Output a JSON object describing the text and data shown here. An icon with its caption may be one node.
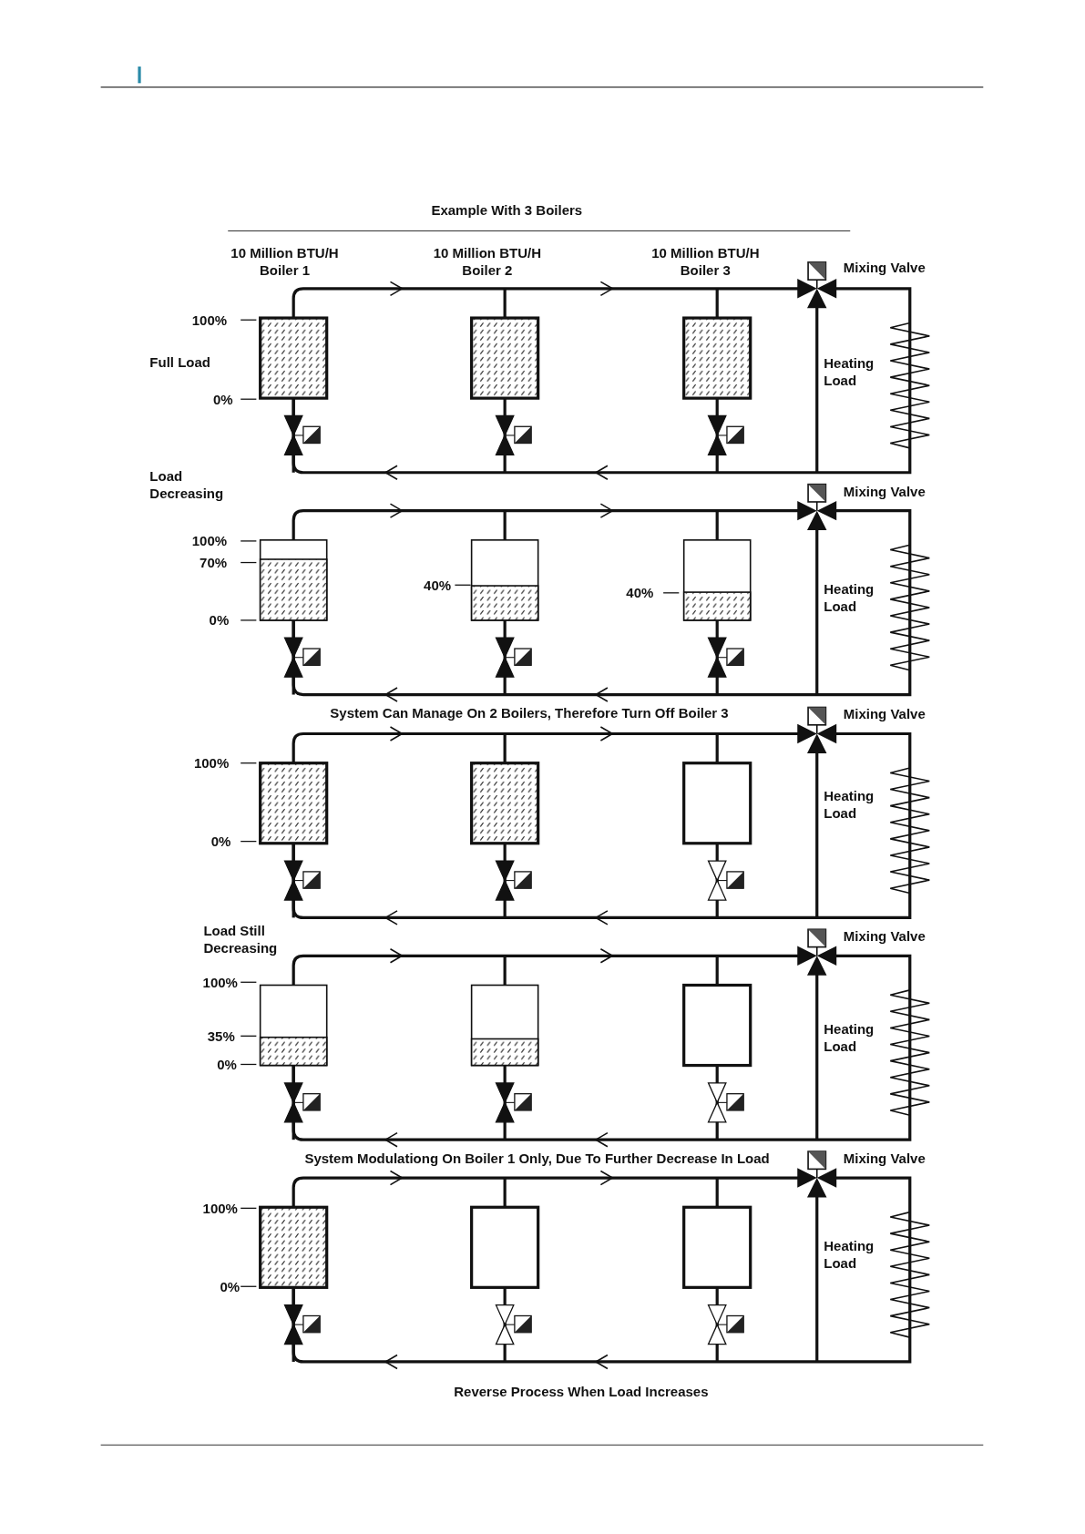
{
  "diagram": {
    "title": "Example With 3 Boilers",
    "caption": "Reverse Process When Load Increases",
    "labels": [
      "10 Million BTU/H Boiler 1",
      "10 Million BTU/H Boiler 2",
      "10 Million BTU/H Boiler 3",
      "Mixing Valve",
      "100%",
      "Full Load",
      "0%",
      "Heating Load",
      "Load Decreasing",
      "Mixing Valve",
      "100%",
      "70%",
      "40%",
      "40%",
      "0%",
      "Heating Load",
      "System Can Manage On 2 Boilers, Therefore Turn Off Boiler 3",
      "Mixing Valve",
      "100%",
      "0%",
      "Heating Load",
      "Load Still Decreasing",
      "Mixing Valve",
      "100%",
      "35%",
      "0%",
      "Heating Load",
      "System Modulationg On Boiler 1 Only, Due To Further Decrease In Load",
      "Mixing Valve",
      "100%",
      "0%",
      "Heating Load"
    ]
  }
}
